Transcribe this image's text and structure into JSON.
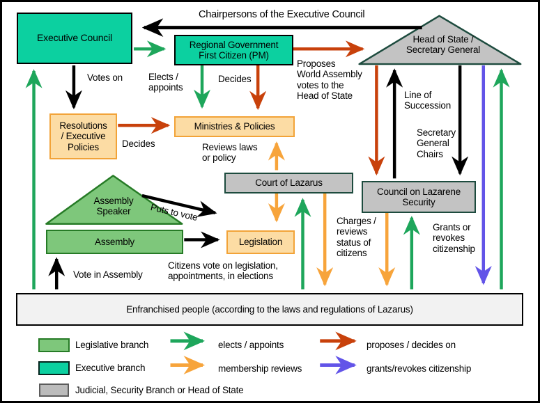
{
  "colors": {
    "teal": "#0cd0a0",
    "green-fill": "#7ec77b",
    "green-border": "#267b26",
    "tan-fill": "#fcdca4",
    "tan-border": "#f2a338",
    "gray-fill": "#c3c3c3",
    "gray-border": "#1d4b3e",
    "legend-gray-fill": "#bcbcbc",
    "legend-gray-border": "#5c5c5c",
    "people-fill": "#f2f2f2",
    "arrow-green": "#1ea65b",
    "arrow-orange": "#f7a43b",
    "arrow-red": "#c8410b",
    "arrow-purple": "#6254e8",
    "arrow-black": "#000000"
  },
  "nodes": {
    "executive_council": "Executive Council",
    "regional_government": "Regional Government\nFirst Citizen (PM)",
    "head_of_state": "Head of State /\nSecretary General",
    "resolutions": "Resolutions\n/ Executive\nPolicies",
    "ministries": "Ministries & Policies",
    "court": "Court of Lazarus",
    "council_security": "Council on Lazarene\nSecurity",
    "assembly_speaker": "Assembly\nSpeaker",
    "assembly": "Assembly",
    "legislation": "Legislation",
    "enfranchised": "Enfranchised people (according to the laws and regulations of Lazarus)"
  },
  "annotations": {
    "chairpersons": "Chairpersons of the Executive Council",
    "votes_on": "Votes on",
    "elects_appoints": "Elects /\nappoints",
    "decides_pm": "Decides",
    "proposes": "Proposes\nWorld Assembly\nvotes to the\nHead of State",
    "decides_resolutions": "Decides",
    "reviews_laws": "Reviews laws\nor policy",
    "line_of_succession": "Line of\nSuccession",
    "secretary_general_chairs": "Secretary\nGeneral\nChairs",
    "puts_to_vote": "Puts to vote",
    "charges": "Charges /\nreviews\nstatus of\ncitizens",
    "grants": "Grants or\nrevokes\ncitizenship",
    "citizens_vote": "Citizens vote on legislation,\nappointments, in elections",
    "vote_in_assembly": "Vote in Assembly"
  },
  "legend": {
    "swatches": [
      {
        "key": "legislative",
        "label": "Legislative branch"
      },
      {
        "key": "executive",
        "label": "Executive branch"
      },
      {
        "key": "judicial",
        "label": "Judicial, Security Branch or Head of State"
      }
    ],
    "arrows": [
      {
        "key": "elects",
        "color": "#1ea65b",
        "label": "elects / appoints"
      },
      {
        "key": "membership",
        "color": "#f7a43b",
        "label": "membership reviews"
      },
      {
        "key": "proposes",
        "color": "#c8410b",
        "label": "proposes / decides on"
      },
      {
        "key": "citizenship",
        "color": "#6254e8",
        "label": "grants/revokes citizenship"
      }
    ]
  }
}
